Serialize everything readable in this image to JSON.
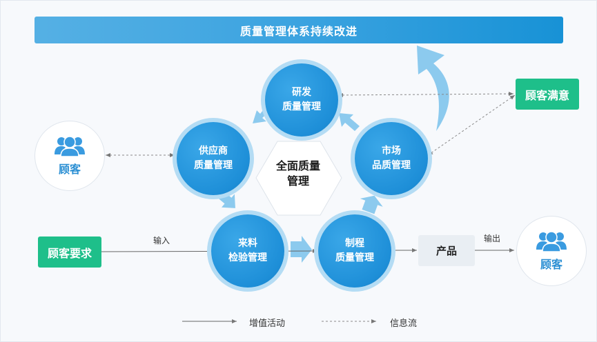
{
  "banner": {
    "title": "质量管理体系持续改进"
  },
  "center": {
    "line1": "全面质量",
    "line2": "管理"
  },
  "nodes": {
    "rd": {
      "line1": "研发",
      "line2": "质量管理"
    },
    "supplier": {
      "line1": "供应商",
      "line2": "质量管理"
    },
    "market": {
      "line1": "市场",
      "line2": "品质管理"
    },
    "incoming": {
      "line1": "来料",
      "line2": "检验管理"
    },
    "process": {
      "line1": "制程",
      "line2": "质量管理"
    }
  },
  "customer_left": {
    "icon": "users-icon",
    "label": "顾客"
  },
  "customer_right": {
    "icon": "users-icon",
    "label": "顾客"
  },
  "customer_requirements": {
    "label": "顾客要求"
  },
  "customer_satisfaction": {
    "label": "顾客满意"
  },
  "product": {
    "label": "产品"
  },
  "flow_labels": {
    "input": "输入",
    "output": "输出"
  },
  "legend": {
    "solid": {
      "label": "增值活动"
    },
    "dashed": {
      "label": "信息流"
    }
  },
  "colors": {
    "primary_blue": "#1e8fd8",
    "ring_blue": "#b4dcf4",
    "arrow_blue": "#8ccaee",
    "green": "#1ebf8a",
    "banner_start": "#55b0e4",
    "banner_end": "#1892d6"
  }
}
